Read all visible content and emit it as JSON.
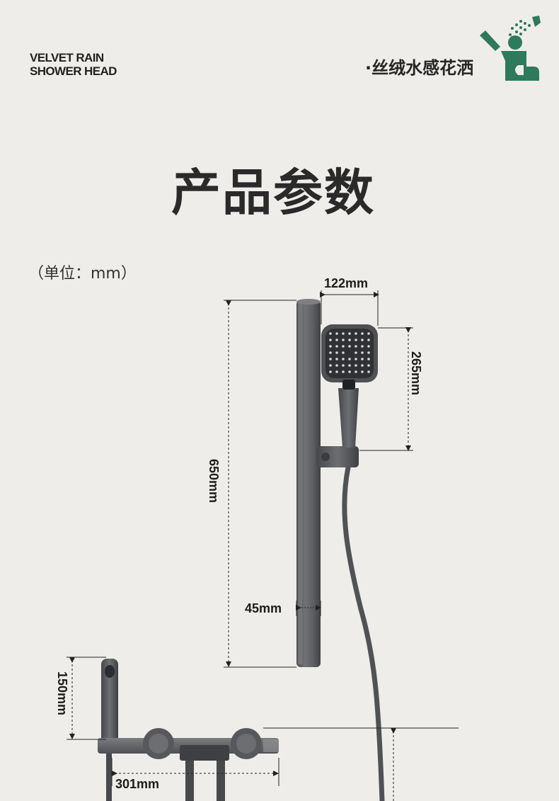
{
  "brand": {
    "line1": "VELVET RAIN",
    "line2": "SHOWER HEAD"
  },
  "tagline": "·丝绒水感花洒",
  "logo_icon": "shower-person-icon",
  "accent_color": "#2e7a5c",
  "metal_color": "#5b5d60",
  "title": "产品参数",
  "unit_note": "（单位：mm）",
  "dimensions": {
    "head_width": "122mm",
    "head_height": "265mm",
    "bar_height": "650mm",
    "bar_width": "45mm",
    "spout_height": "150mm",
    "mixer_width": "301mm"
  }
}
